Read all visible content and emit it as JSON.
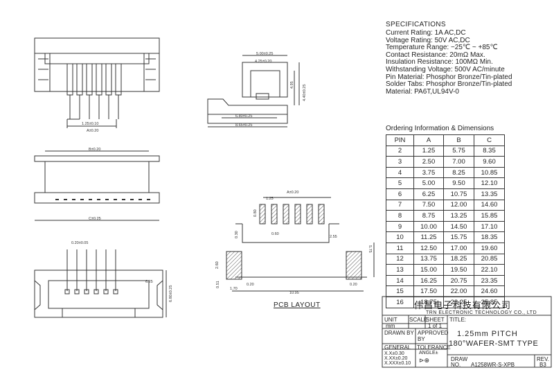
{
  "specifications": {
    "title": "SPECIFICATIONS",
    "lines": [
      "Current Rating: 1A AC,DC",
      "Voltage Rating: 50V AC,DC",
      "Temperature Range: −25℃ ~ +85℃",
      "Contact Resistance: 20mΩ Max.",
      "Insulation Resistance: 100MΩ Min.",
      "Withstanding Voltage: 500V AC/minute",
      "Pin Material: Phosphor Bronze/Tin-plated",
      "Solder Tabs: Phosphor Bronze/Tin-plated",
      "Material: PA6T,UL94V-0"
    ]
  },
  "ordering": {
    "title": "Ordering Information & Dimensions",
    "headers": [
      "PIN",
      "A",
      "B",
      "C"
    ],
    "rows": [
      [
        "2",
        "1.25",
        "5.75",
        "8.35"
      ],
      [
        "3",
        "2.50",
        "7.00",
        "9.60"
      ],
      [
        "4",
        "3.75",
        "8.25",
        "10.85"
      ],
      [
        "5",
        "5.00",
        "9.50",
        "12.10"
      ],
      [
        "6",
        "6.25",
        "10.75",
        "13.35"
      ],
      [
        "7",
        "7.50",
        "12.00",
        "14.60"
      ],
      [
        "8",
        "8.75",
        "13.25",
        "15.85"
      ],
      [
        "9",
        "10.00",
        "14.50",
        "17.10"
      ],
      [
        "10",
        "11.25",
        "15.75",
        "18.35"
      ],
      [
        "11",
        "12.50",
        "17.00",
        "19.60"
      ],
      [
        "12",
        "13.75",
        "18.25",
        "20.85"
      ],
      [
        "13",
        "15.00",
        "19.50",
        "22.10"
      ],
      [
        "14",
        "16.25",
        "20.75",
        "23.35"
      ],
      [
        "15",
        "17.50",
        "22.00",
        "24.60"
      ],
      [
        "16",
        "18.75",
        "23.25",
        "25.85"
      ]
    ]
  },
  "title_block": {
    "company_cn": "伟昌电子科技有限公司",
    "company_en": "TRN ELECTRONIC TECHNOLOGY CO., LTD",
    "unit_label": "UNIT",
    "unit_value": "mm",
    "scale_label": "SCALE",
    "sheet_label": "SHEET",
    "sheet_value": "1 of 1",
    "title_label": "TITLE:",
    "title_line1": "1.25mm PITCH",
    "title_line2": "180°WAFER-SMT TYPE",
    "drawn_by": "DRAWN BY",
    "approved_by_1": "APPROVED",
    "approved_by_2": "BY",
    "general": "GENERAL",
    "tolerance": "TOLERANCE",
    "tol1": "X.X±0.30",
    "tol2": "X.XX±0.20",
    "tol3": "X.XXX±0.10",
    "angle": "ANGLE±",
    "draw_label": "DRAW",
    "no_label": "NO.",
    "part_no": "A1258WR-S-XPB",
    "rev_label": "REV.",
    "rev_value": "B3"
  },
  "dimensions": {
    "pitch": "1.25±0.10",
    "a": "A±0.20",
    "b": "B±0.20",
    "c": "C±0.25",
    "pin_sq": "0.20±0.05",
    "side_w1": "5.00±0.25",
    "side_w2": "4.25±0.20",
    "side_base": "6.80±0.25",
    "side_total": "8.65±0.25",
    "side_h1": "4.95",
    "side_h2": "4.40±0.25",
    "bottom_h": "6.80±0.25",
    "bottom_625": "6.25",
    "pcb_a": "A±0.20",
    "pcb_125": "1.25",
    "pcb_080": "0.80",
    "pcb_060": "0.60",
    "pcb_030": "0.30",
    "pcb_255": "2.55",
    "pcb_575": "5.75",
    "pcb_260": "2.60",
    "pcb_051": "0.51",
    "pcb_170": "1.70",
    "pcb_020a": "0.20",
    "pcb_1095": "10.95",
    "pcb_020b": "0.20",
    "pcb_label": "PCB LAYOUT"
  },
  "colors": {
    "line": "#333333",
    "hatch": "#555555"
  }
}
